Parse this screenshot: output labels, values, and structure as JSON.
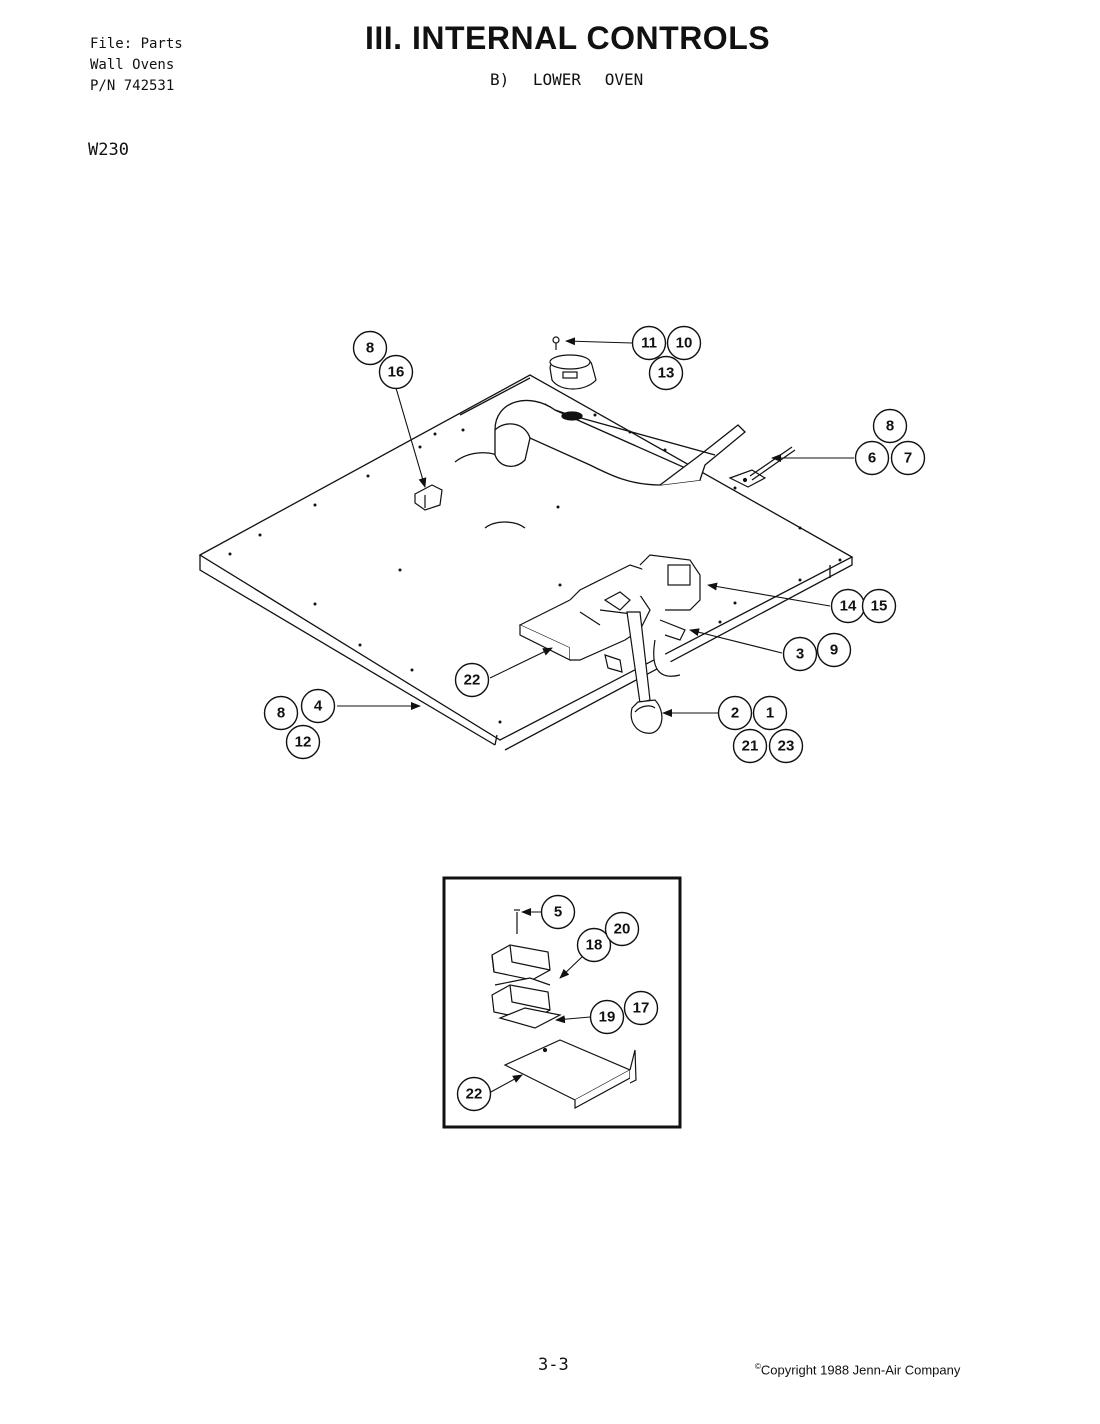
{
  "header": {
    "file_line": "File: Parts",
    "product_line": "Wall Ovens",
    "pn_line": "P/N 742531",
    "model": "W230",
    "title": "III. INTERNAL CONTROLS",
    "subtitle": "B) LOWER OVEN"
  },
  "footer": {
    "page_number": "3-3",
    "copyright": "Copyright 1988 Jenn-Air Company"
  },
  "callouts": {
    "main": [
      {
        "key": "c8a",
        "label": "8"
      },
      {
        "key": "c16",
        "label": "16"
      },
      {
        "key": "c11",
        "label": "11"
      },
      {
        "key": "c10",
        "label": "10"
      },
      {
        "key": "c13",
        "label": "13"
      },
      {
        "key": "c8b",
        "label": "8"
      },
      {
        "key": "c6",
        "label": "6"
      },
      {
        "key": "c7",
        "label": "7"
      },
      {
        "key": "c14",
        "label": "14"
      },
      {
        "key": "c15",
        "label": "15"
      },
      {
        "key": "c3",
        "label": "3"
      },
      {
        "key": "c9",
        "label": "9"
      },
      {
        "key": "c22a",
        "label": "22"
      },
      {
        "key": "c8c",
        "label": "8"
      },
      {
        "key": "c4",
        "label": "4"
      },
      {
        "key": "c12",
        "label": "12"
      },
      {
        "key": "c2",
        "label": "2"
      },
      {
        "key": "c1",
        "label": "1"
      },
      {
        "key": "c21",
        "label": "21"
      },
      {
        "key": "c23",
        "label": "23"
      }
    ],
    "inset": [
      {
        "key": "c5",
        "label": "5"
      },
      {
        "key": "c18",
        "label": "18"
      },
      {
        "key": "c20",
        "label": "20"
      },
      {
        "key": "c19",
        "label": "19"
      },
      {
        "key": "c17",
        "label": "17"
      },
      {
        "key": "c22b",
        "label": "22"
      }
    ]
  }
}
